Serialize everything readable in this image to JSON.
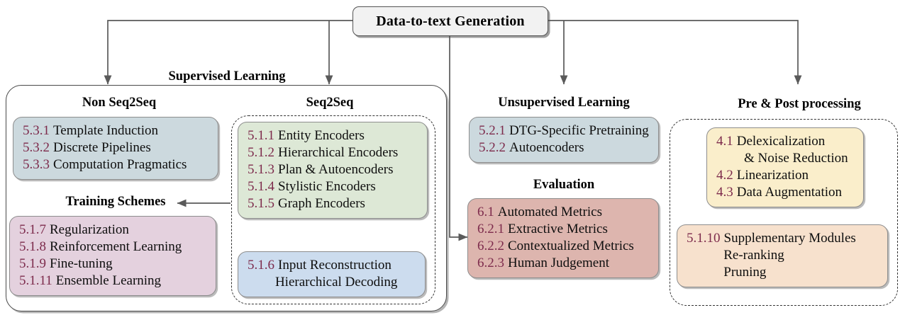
{
  "diagram": {
    "title": "Data-to-text Generation",
    "type": "taxonomy-tree"
  },
  "root": {
    "label": "Data-to-text Generation"
  },
  "branches": {
    "supervised": {
      "caption": "Supervised Learning"
    },
    "unsupervised": {
      "caption": "Unsupervised Learning"
    },
    "preprocessing": {
      "caption": "Pre & Post processing"
    },
    "evaluation": {
      "caption": "Evaluation"
    }
  },
  "subcaptions": {
    "non_seq2seq": "Non Seq2Seq",
    "seq2seq": "Seq2Seq",
    "training_schemes": "Training Schemes"
  },
  "cards": {
    "non_seq2seq": {
      "color": "#ccd9de",
      "lines": [
        {
          "num": "5.3.1",
          "text": "Template Induction"
        },
        {
          "num": "5.3.2",
          "text": "Discrete Pipelines"
        },
        {
          "num": "5.3.3",
          "text": "Computation Pragmatics"
        }
      ]
    },
    "training_schemes": {
      "color": "#e4d1de",
      "lines": [
        {
          "num": "5.1.7",
          "text": "Regularization"
        },
        {
          "num": "5.1.8",
          "text": "Reinforcement Learning"
        },
        {
          "num": "5.1.9",
          "text": "Fine-tuning"
        },
        {
          "num": "5.1.11",
          "text": "Ensemble Learning"
        }
      ]
    },
    "seq2seq_encoders": {
      "color": "#dde8d6",
      "lines": [
        {
          "num": "5.1.1",
          "text": "Entity Encoders"
        },
        {
          "num": "5.1.2",
          "text": "Hierarchical Encoders"
        },
        {
          "num": "5.1.3",
          "text": "Plan & Autoencoders"
        },
        {
          "num": "5.1.4",
          "text": "Stylistic Encoders"
        },
        {
          "num": "5.1.5",
          "text": "Graph Encoders"
        }
      ]
    },
    "seq2seq_decoding": {
      "color": "#ccdcee",
      "lines": [
        {
          "num": "5.1.6",
          "text": "Input Reconstruction"
        },
        {
          "num": "",
          "text": "Hierarchical Decoding",
          "indent": true
        }
      ]
    },
    "unsupervised": {
      "color": "#ccd9de",
      "lines": [
        {
          "num": "5.2.1",
          "text": "DTG-Specific Pretraining"
        },
        {
          "num": "5.2.2",
          "text": "Autoencoders"
        }
      ]
    },
    "evaluation": {
      "color": "#ddb5ae",
      "lines": [
        {
          "num": "6.1",
          "text": "Automated Metrics"
        },
        {
          "num": "6.2.1",
          "text": "Extractive Metrics"
        },
        {
          "num": "6.2.2",
          "text": "Contextualized Metrics"
        },
        {
          "num": "6.2.3",
          "text": "Human Judgement"
        }
      ]
    },
    "preprocessing": {
      "color": "#faeecb",
      "lines": [
        {
          "num": "4.1",
          "text": "Delexicalization"
        },
        {
          "num": "",
          "text": "& Noise Reduction",
          "indent": true
        },
        {
          "num": "4.2",
          "text": "Linearization"
        },
        {
          "num": "4.3",
          "text": "Data Augmentation"
        }
      ]
    },
    "supplementary": {
      "color": "#f7e1cd",
      "lines": [
        {
          "num": "5.1.10",
          "text": "Supplementary Modules"
        },
        {
          "num": "",
          "text": "Re-ranking",
          "indent2": true
        },
        {
          "num": "",
          "text": "Pruning",
          "indent2": true
        }
      ]
    }
  },
  "colors": {
    "accent_number": "#7d2b4c",
    "root_fill": "#f2f2f2",
    "outline": "#4a4a4a",
    "connector": "#5a5a5a"
  }
}
